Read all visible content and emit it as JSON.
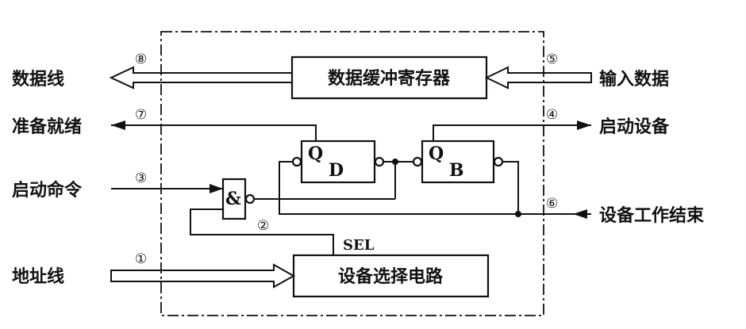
{
  "boundary_label": "",
  "blocks": {
    "buffer_register": "数据缓冲寄存器",
    "device_select": "设备选择电路",
    "ff_d": {
      "q": "Q",
      "sub": "D"
    },
    "ff_b": {
      "q": "Q",
      "sub": "B"
    },
    "and_gate": "&"
  },
  "signals": {
    "data_line": "数据线",
    "input_data": "输入数据",
    "ready": "准备就绪",
    "start_device": "启动设备",
    "start_command": "启动命令",
    "device_done": "设备工作结束",
    "address_line": "地址线",
    "sel": "SEL"
  },
  "step_markers": {
    "m1": "①",
    "m2": "②",
    "m3": "③",
    "m4": "④",
    "m5": "⑤",
    "m6": "⑥",
    "m7": "⑦",
    "m8": "⑧"
  }
}
